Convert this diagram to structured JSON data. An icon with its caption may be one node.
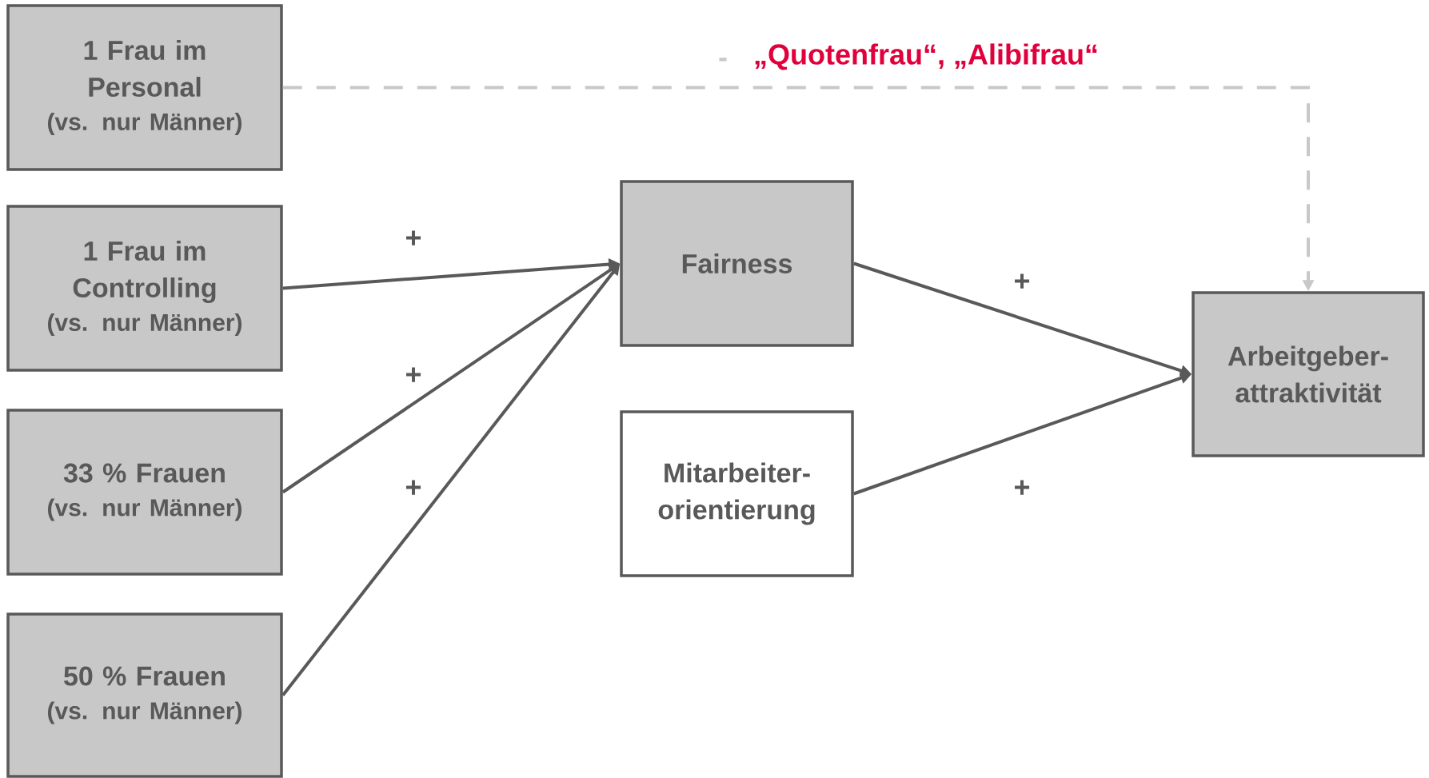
{
  "diagram": {
    "nodes": [
      {
        "text": [
          "1 Frau im Personal",
          "(vs. nur Männer)"
        ]
      },
      {
        "text": [
          "1 Frau im Controlling",
          "(vs. nur Männer)"
        ]
      },
      {
        "text": [
          "33 % Frauen",
          "(vs. nur Männer)"
        ]
      },
      {
        "text": [
          "50 % Frauen",
          "(vs. nur Männer)"
        ]
      },
      {
        "text": [
          "Fairness"
        ]
      },
      {
        "text": [
          "Mitarbeiter-orientierung"
        ]
      },
      {
        "text": [
          "Arbeitgeber-attraktivität"
        ]
      }
    ],
    "edges": [
      {
        "from": 0,
        "to": 6,
        "arrow": "to",
        "label": "-",
        "style": "dashed",
        "color": "#c8c8c8"
      },
      {
        "from": 1,
        "to": 4,
        "arrow": "to",
        "label": "+"
      },
      {
        "from": 2,
        "to": 4,
        "arrow": "to",
        "label": "+"
      },
      {
        "from": 3,
        "to": 4,
        "arrow": "to",
        "label": "+"
      },
      {
        "from": 4,
        "to": 6,
        "arrow": "to",
        "label": "+"
      },
      {
        "from": 5,
        "to": 6,
        "arrow": "to",
        "label": "+"
      }
    ],
    "labels": [
      "„Quotenfrau“, „Alibifrau“"
    ]
  }
}
